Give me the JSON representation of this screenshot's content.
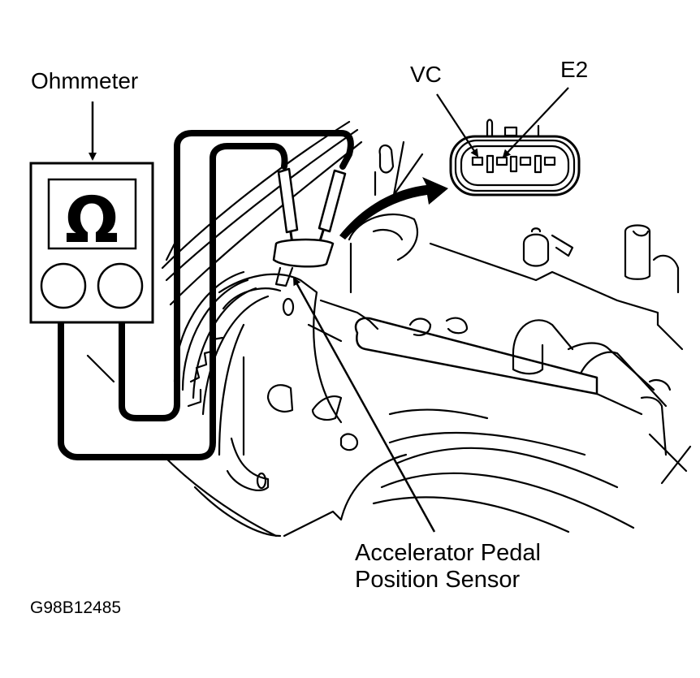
{
  "figure": {
    "code": "G98B12485",
    "labels": {
      "ohmmeter": "Ohmmeter",
      "vc": "VC",
      "e2": "E2",
      "sensor_line1": "Accelerator Pedal",
      "sensor_line2": "Position Sensor"
    },
    "meter_symbol": "Ω",
    "icons": {
      "meter": "ohmmeter-icon",
      "connector": "connector-icon",
      "sensor": "sensor-icon"
    },
    "colors": {
      "ink": "#000000",
      "paper": "#ffffff"
    }
  }
}
